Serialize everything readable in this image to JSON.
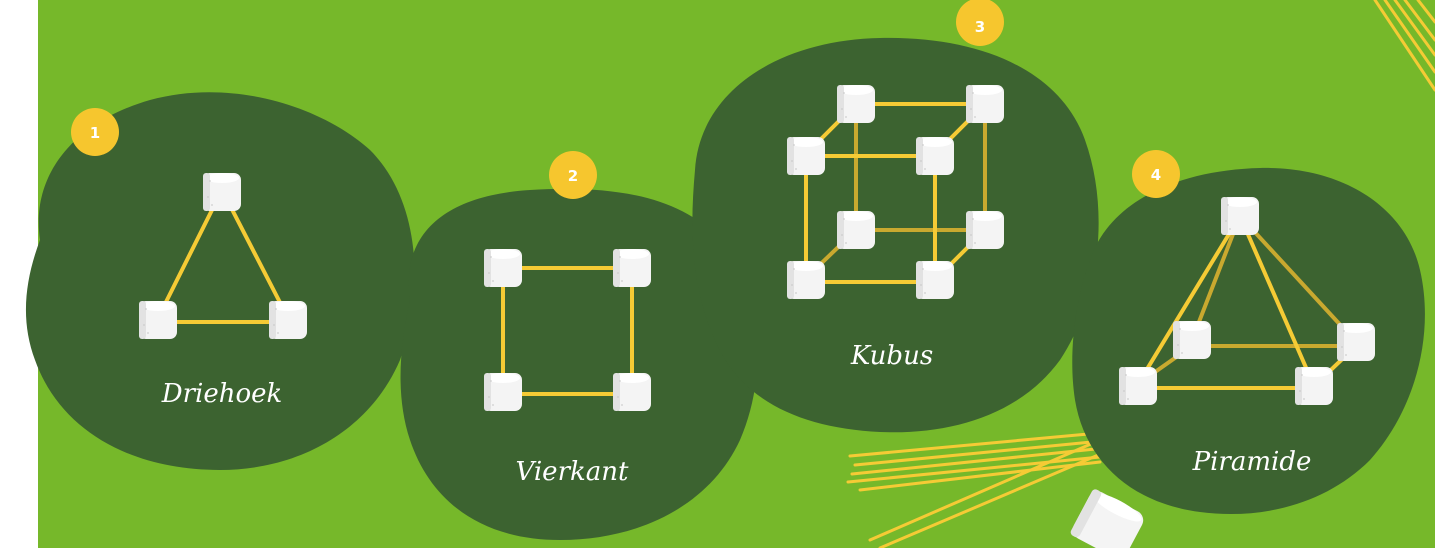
{
  "colors": {
    "background": "#76b82a",
    "blob": "#3c6330",
    "badge": "#f6c62e",
    "stick": "#f5cb35",
    "stick_back": "#c9a92f",
    "marshmallow": "#f4f4f4",
    "label": "#ffffff"
  },
  "shapes": [
    {
      "number": "1",
      "label": "Driehoek"
    },
    {
      "number": "2",
      "label": "Vierkant"
    },
    {
      "number": "3",
      "label": "Kubus"
    },
    {
      "number": "4",
      "label": "Piramide"
    }
  ],
  "icons": [
    "marshmallow-icon",
    "spaghetti-stick-icon"
  ]
}
